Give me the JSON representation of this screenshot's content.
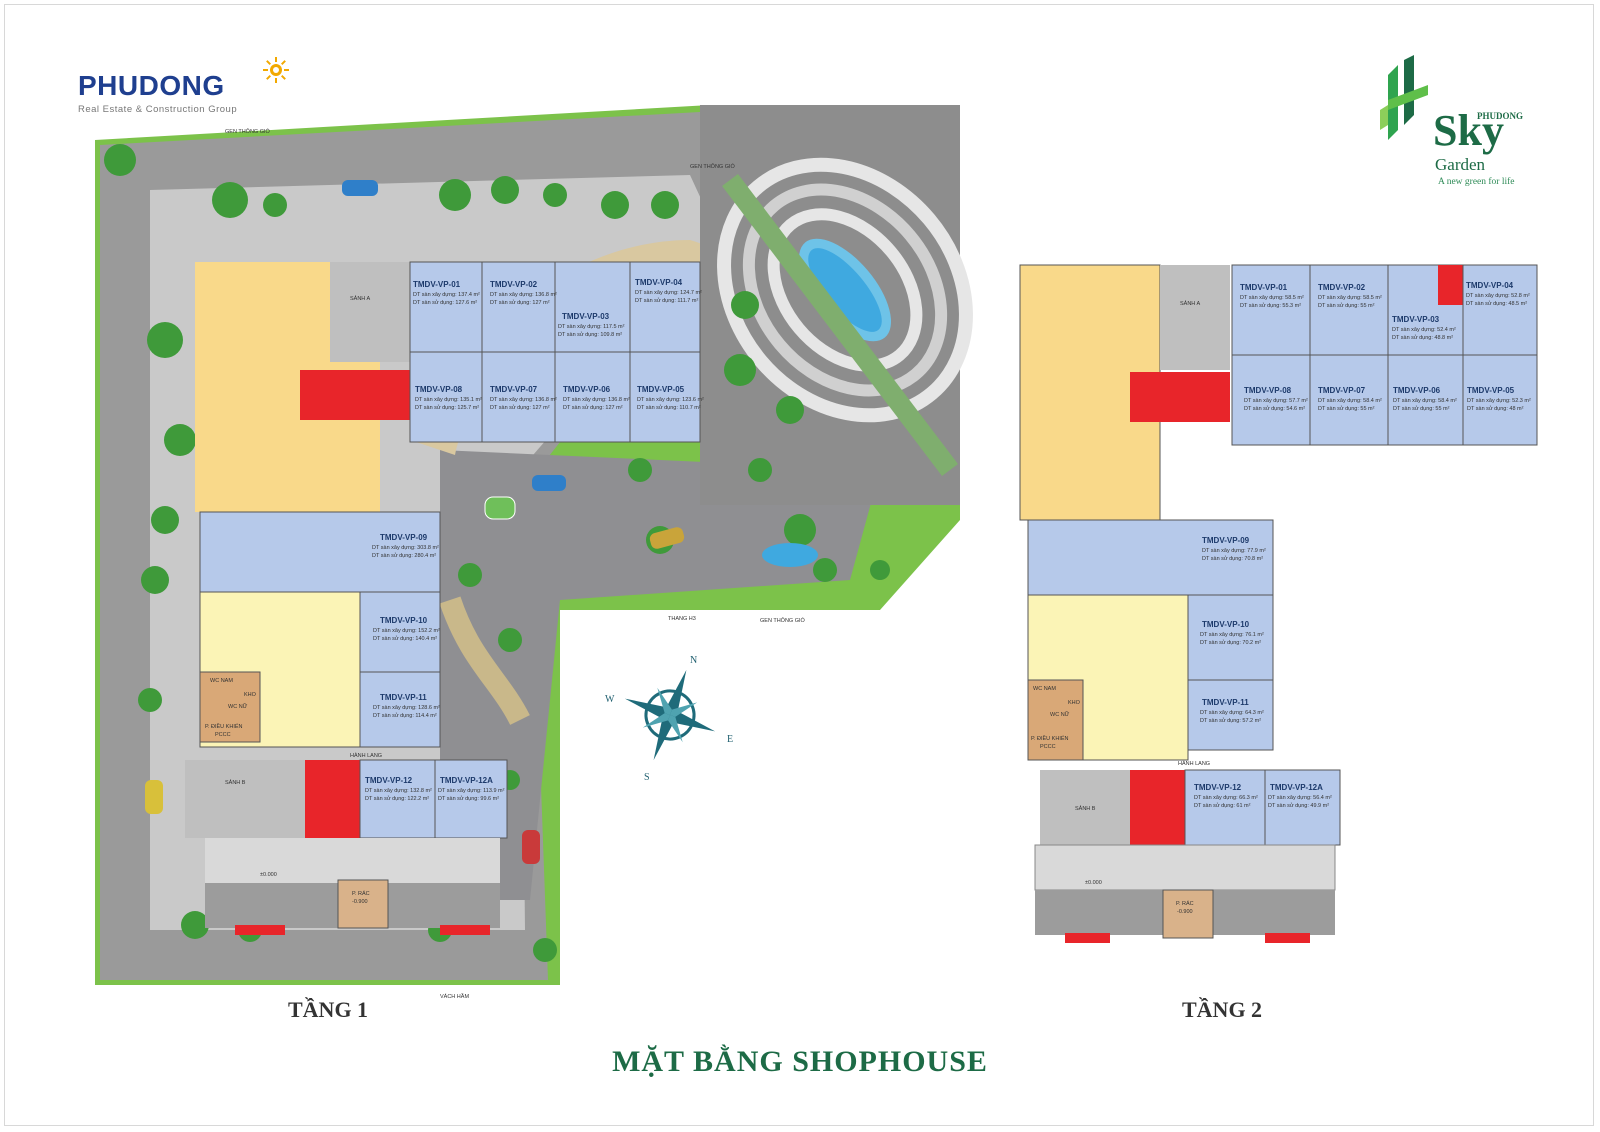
{
  "brand": {
    "company_name": "PHUDONG",
    "company_tagline": "Real Estate & Construction Group",
    "project_prefix": "PHUDONG",
    "project_name": "Sky",
    "project_name_2": "Garden",
    "project_tagline": "A new green for life"
  },
  "title": "MẶT BẰNG SHOPHOUSE",
  "compass": {
    "n": "N",
    "e": "E",
    "s": "S",
    "w": "W"
  },
  "colors": {
    "unit_blue": "#b6c9ea",
    "unit_yellow": "#f9d98a",
    "unit_pale": "#fbf4b6",
    "stair_red": "#e8252a",
    "road": "#9a9a9a",
    "green": "#5fae3c",
    "brand_blue": "#1f3f8f",
    "brand_green": "#1d6b46"
  },
  "floors": [
    {
      "label": "TẦNG 1",
      "labels": {
        "sanh_a": "SẢNH A",
        "sanh_b": "SẢNH B",
        "hanh_lang": "HÀNH LANG",
        "dieu_khien": "P. ĐIỀU KHIỂN",
        "pccc": "PCCC",
        "wc_nam": "WC NAM",
        "wc_nu": "WC NỮ",
        "kho": "KHO",
        "rac": "P. RÁC",
        "rac_level": "-0.900",
        "level_0": "±0.000",
        "gen_thong_gio": "GEN THÔNG GIÓ",
        "thang_h3": "THANG H3",
        "vach_ham": "VÁCH HẦM",
        "gen_thong_gio_2": "GEN THÔNG GIÓ",
        "gen_thong_gio_3": "GEN THÔNG GIÓ"
      },
      "units": [
        {
          "code": "TMDV-VP-01",
          "build": "DT sàn xây dựng: 137.4 m²",
          "use": "DT sàn sử dụng: 127.6 m²"
        },
        {
          "code": "TMDV-VP-02",
          "build": "DT sàn xây dựng: 136.8 m²",
          "use": "DT sàn sử dụng: 127 m²"
        },
        {
          "code": "TMDV-VP-03",
          "build": "DT sàn xây dựng: 117.5 m²",
          "use": "DT sàn sử dụng: 109.8 m²"
        },
        {
          "code": "TMDV-VP-04",
          "build": "DT sàn xây dựng: 124.7 m²",
          "use": "DT sàn sử dụng: 111.7 m²"
        },
        {
          "code": "TMDV-VP-08",
          "build": "DT sàn xây dựng: 135.1 m²",
          "use": "DT sàn sử dụng: 125.7 m²"
        },
        {
          "code": "TMDV-VP-07",
          "build": "DT sàn xây dựng: 136.8 m²",
          "use": "DT sàn sử dụng: 127 m²"
        },
        {
          "code": "TMDV-VP-06",
          "build": "DT sàn xây dựng: 136.8 m²",
          "use": "DT sàn sử dụng: 127 m²"
        },
        {
          "code": "TMDV-VP-05",
          "build": "DT sàn xây dựng: 123.6 m²",
          "use": "DT sàn sử dụng: 110.7 m²"
        },
        {
          "code": "TMDV-VP-09",
          "build": "DT sàn xây dựng: 303.8 m²",
          "use": "DT sàn sử dụng: 280.4 m²"
        },
        {
          "code": "TMDV-VP-10",
          "build": "DT sàn xây dựng: 152.2 m²",
          "use": "DT sàn sử dụng: 140.4 m²"
        },
        {
          "code": "TMDV-VP-11",
          "build": "DT sàn xây dựng: 128.6 m²",
          "use": "DT sàn sử dụng: 114.4 m²"
        },
        {
          "code": "TMDV-VP-12",
          "build": "DT sàn xây dựng: 132.8 m²",
          "use": "DT sàn sử dụng: 122.2 m²"
        },
        {
          "code": "TMDV-VP-12A",
          "build": "DT sàn xây dựng: 113.9 m²",
          "use": "DT sàn sử dụng: 99.6 m²"
        }
      ]
    },
    {
      "label": "TẦNG 2",
      "labels": {
        "sanh_a": "SẢNH A",
        "sanh_b": "SẢNH B",
        "hanh_lang": "HÀNH LANG",
        "dieu_khien": "P. ĐIỀU KHIỂN",
        "pccc": "PCCC",
        "wc_nam": "WC NAM",
        "wc_nu": "WC NỮ",
        "kho": "KHO",
        "rac": "P. RÁC",
        "rac_level": "-0.900",
        "level_0": "±0.000"
      },
      "units": [
        {
          "code": "TMDV-VP-01",
          "build": "DT sàn xây dựng: 58.5 m²",
          "use": "DT sàn sử dụng: 55.3 m²"
        },
        {
          "code": "TMDV-VP-02",
          "build": "DT sàn xây dựng: 58.5 m²",
          "use": "DT sàn sử dụng: 55 m²"
        },
        {
          "code": "TMDV-VP-03",
          "build": "DT sàn xây dựng: 52.4 m²",
          "use": "DT sàn sử dụng: 48.8 m²"
        },
        {
          "code": "TMDV-VP-04",
          "build": "DT sàn xây dựng: 52.8 m²",
          "use": "DT sàn sử dụng: 48.5 m²"
        },
        {
          "code": "TMDV-VP-08",
          "build": "DT sàn xây dựng: 57.7 m²",
          "use": "DT sàn sử dụng: 54.6 m²"
        },
        {
          "code": "TMDV-VP-07",
          "build": "DT sàn xây dựng: 58.4 m²",
          "use": "DT sàn sử dụng: 55 m²"
        },
        {
          "code": "TMDV-VP-06",
          "build": "DT sàn xây dựng: 58.4 m²",
          "use": "DT sàn sử dụng: 55 m²"
        },
        {
          "code": "TMDV-VP-05",
          "build": "DT sàn xây dựng: 52.3 m²",
          "use": "DT sàn sử dụng: 48 m²"
        },
        {
          "code": "TMDV-VP-09",
          "build": "DT sàn xây dựng: 77.9 m²",
          "use": "DT sàn sử dụng: 70.8 m²"
        },
        {
          "code": "TMDV-VP-10",
          "build": "DT sàn xây dựng: 76.1 m²",
          "use": "DT sàn sử dụng: 70.2 m²"
        },
        {
          "code": "TMDV-VP-11",
          "build": "DT sàn xây dựng: 64.3 m²",
          "use": "DT sàn sử dụng: 57.2 m²"
        },
        {
          "code": "TMDV-VP-12",
          "build": "DT sàn xây dựng: 66.3 m²",
          "use": "DT sàn sử dụng: 61 m²"
        },
        {
          "code": "TMDV-VP-12A",
          "build": "DT sàn xây dựng: 56.4 m²",
          "use": "DT sàn sử dụng: 49.9 m²"
        }
      ]
    }
  ]
}
